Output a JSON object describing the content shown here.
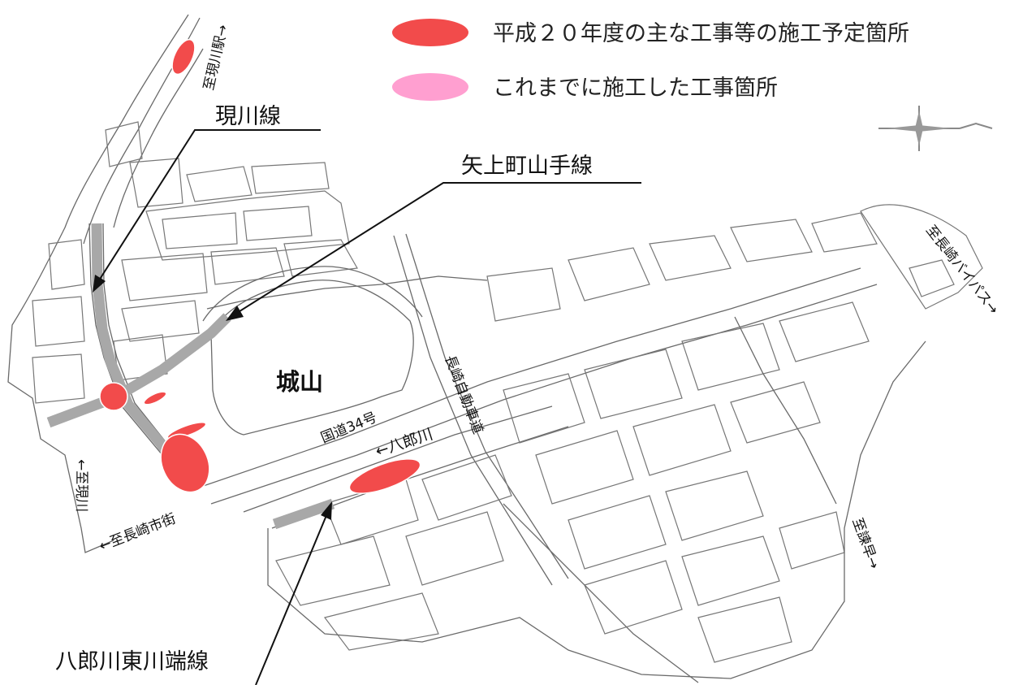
{
  "legend": {
    "items": [
      {
        "label": "平成２０年度の主な工事等の施工予定箇所",
        "color": "#f24b4b"
      },
      {
        "label": "これまでに施工した工事箇所",
        "color": "#ff9fd0"
      }
    ]
  },
  "callouts": {
    "genkawa_line": "現川線",
    "yagamimachi_yamate_line": "矢上町山手線",
    "hachirokawa_higashi_kawabata_line": "八郎川東川端線"
  },
  "labels": {
    "castle_mountain": "城山",
    "route34": "国道34号",
    "expressway": "長崎自動車道",
    "hachirokawa_river": "←八郎川"
  },
  "directions": {
    "to_genkawa_station": "至現川駅→",
    "to_nagasaki_bypass": "至長崎バイパス→",
    "to_isahaya": "至諫早→",
    "to_nagasaki_city": "←至長崎市街",
    "to_genkawa": "←至現川"
  },
  "colors": {
    "planned_work": "#f24b4b",
    "completed_work": "#ff9fd0",
    "improved_road": "#a8a8a8",
    "road_outline": "#6a6a6a"
  }
}
